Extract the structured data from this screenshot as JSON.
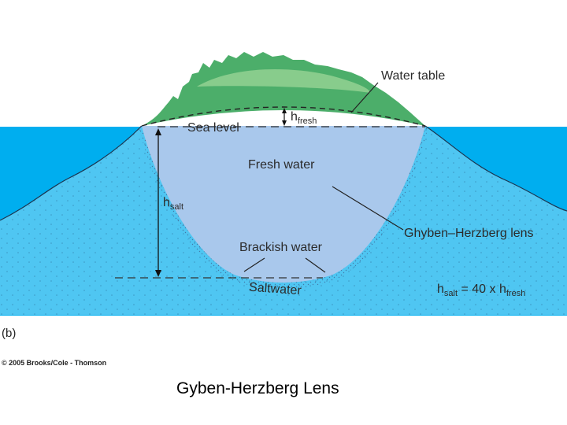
{
  "diagram": {
    "labels": {
      "water_table": "Water table",
      "sea_level": "Sea level",
      "h_fresh_main": "h",
      "h_fresh_sub": "fresh",
      "fresh_water": "Fresh water",
      "h_salt_main": "h",
      "h_salt_sub": "salt",
      "ghyben_herzberg_lens": "Ghyben–Herzberg lens",
      "brackish_water": "Brackish water",
      "saltwater": "Saltwater",
      "formula_h1": "h",
      "formula_sub1": "salt",
      "formula_mid": " = 40 x h",
      "formula_sub2": "fresh"
    },
    "panel_label": "(b)",
    "credit": "© 2005 Brooks/Cole - Thomson",
    "colors": {
      "ocean": "#00aeef",
      "ground_water": "#4fc6f2",
      "fresh_lens": "#a9c8ec",
      "island": "#4cae6a",
      "island_highlight": "#8fcf90"
    }
  },
  "caption": "Gyben-Herzberg Lens"
}
